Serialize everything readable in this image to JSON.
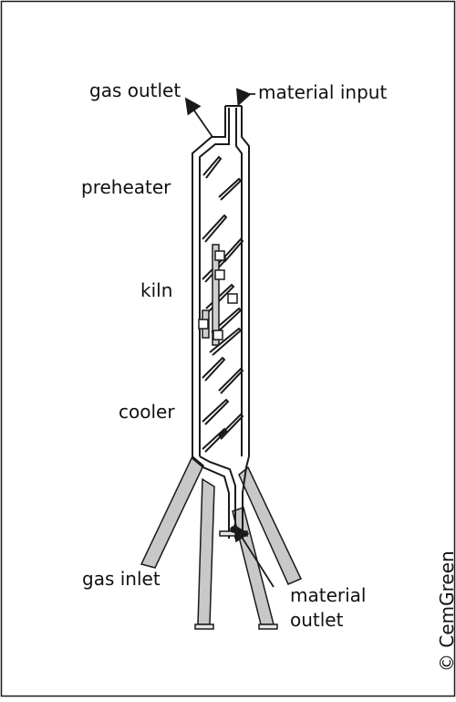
{
  "labels": {
    "gas_outlet": "gas outlet",
    "material_input": "material input",
    "preheater": "preheater",
    "kiln": "kiln",
    "cooler": "cooler",
    "gas_inlet": "gas inlet",
    "material_outlet_line1": "material",
    "material_outlet_line2": "outlet"
  },
  "credit": "© CemGreen",
  "colors": {
    "background": "#ffffff",
    "line": "#1a1a1a",
    "leg_fill": "#c8c8c8",
    "plate_fill": "#e6e6e6",
    "kiln_fill": "#cfcfcf"
  }
}
